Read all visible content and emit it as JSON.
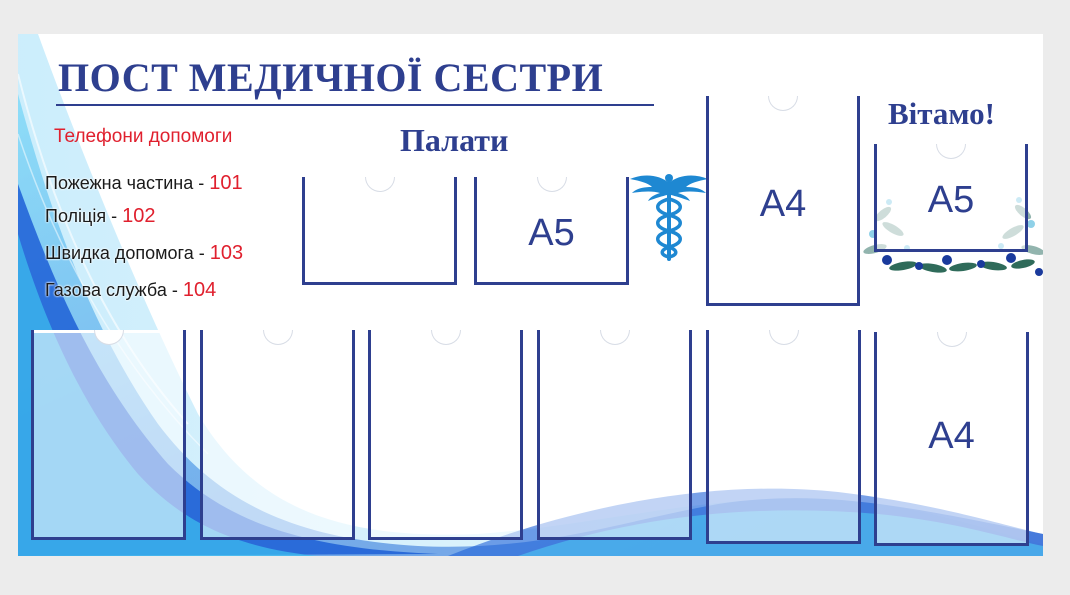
{
  "title": "ПОСТ МЕДИЧНОЇ СЕСТРИ",
  "phones": {
    "heading": "Телефони допомоги",
    "items": [
      {
        "label": "Пожежна частина - ",
        "number": "101"
      },
      {
        "label": "Поліція - ",
        "number": "102"
      },
      {
        "label": "Швидка допомога - ",
        "number": "103"
      },
      {
        "label": "Газова служба - ",
        "number": "104"
      }
    ]
  },
  "palaty_heading": "Палати",
  "greeting": "Вітамо!",
  "pockets": {
    "ward_1": "",
    "ward_2": "A5",
    "a4_top": "A4",
    "a5_greeting": "A5",
    "bottom": [
      "",
      "",
      "",
      "",
      "",
      "A4"
    ]
  },
  "colors": {
    "frame_blue": "#2e3f8f",
    "phone_red": "#e0202e",
    "wave_blue": "#1f63d8",
    "wave_cyan": "#3fc3f0"
  },
  "icons": [
    "caduceus-icon",
    "flower-garland-decoration"
  ]
}
